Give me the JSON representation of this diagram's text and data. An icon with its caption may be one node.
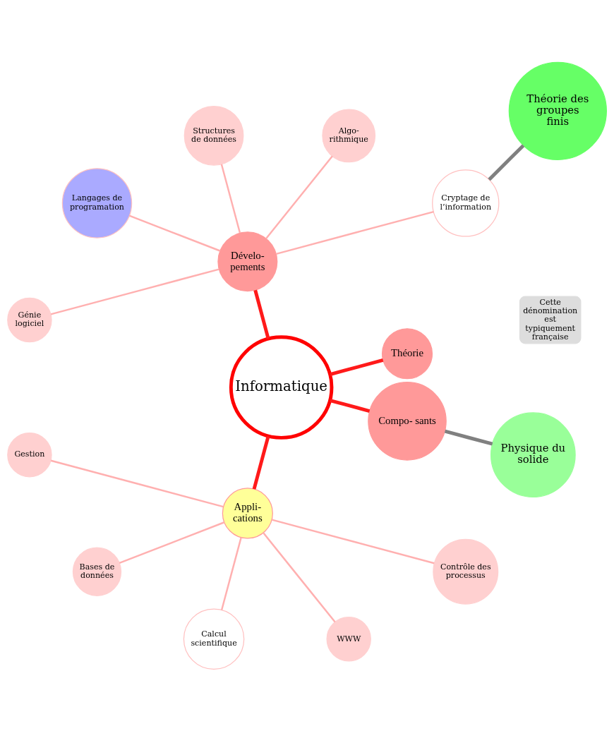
{
  "diagram": {
    "nodes": [
      {
        "text": [
          "Informatique"
        ]
      },
      {
        "text": [
          "Théorie"
        ]
      },
      {
        "text": [
          "Dévelo- pements"
        ]
      },
      {
        "text": [
          "Appli- cations"
        ]
      },
      {
        "text": [
          "Compo- sants"
        ]
      },
      {
        "text": [
          "Cryptage de l’information"
        ]
      },
      {
        "text": [
          "Algo- rithmique"
        ]
      },
      {
        "text": [
          "Structures de données"
        ]
      },
      {
        "text": [
          "Langages de programation"
        ]
      },
      {
        "text": [
          "Génie logiciel"
        ]
      },
      {
        "text": [
          "Gestion"
        ]
      },
      {
        "text": [
          "Bases de données"
        ]
      },
      {
        "text": [
          "Calcul scientifique"
        ]
      },
      {
        "text": [
          "WWW"
        ]
      },
      {
        "text": [
          "Contrôle des processus"
        ]
      },
      {
        "text": [
          "Théorie des groupes finis"
        ]
      },
      {
        "text": [
          "Physique du solide"
        ]
      },
      {
        "text": [
          "Cette dénomination est typiquement française"
        ]
      }
    ],
    "edges": [
      {
        "from": 0,
        "to": 1,
        "arrow": "none",
        "style": "thick",
        "color": "#ff1a1a"
      },
      {
        "from": 0,
        "to": 2,
        "arrow": "none",
        "style": "thick",
        "color": "#ff1a1a"
      },
      {
        "from": 0,
        "to": 3,
        "arrow": "none",
        "style": "thick",
        "color": "#ff1a1a"
      },
      {
        "from": 0,
        "to": 4,
        "arrow": "none",
        "style": "thick",
        "color": "#ff1a1a"
      },
      {
        "from": 2,
        "to": 5,
        "arrow": "none"
      },
      {
        "from": 2,
        "to": 6,
        "arrow": "none"
      },
      {
        "from": 2,
        "to": 7,
        "arrow": "none"
      },
      {
        "from": 2,
        "to": 8,
        "arrow": "none"
      },
      {
        "from": 2,
        "to": 9,
        "arrow": "none"
      },
      {
        "from": 3,
        "to": 10,
        "arrow": "none"
      },
      {
        "from": 3,
        "to": 11,
        "arrow": "none"
      },
      {
        "from": 3,
        "to": 12,
        "arrow": "none"
      },
      {
        "from": 3,
        "to": 13,
        "arrow": "none"
      },
      {
        "from": 3,
        "to": 14,
        "arrow": "none"
      },
      {
        "from": 15,
        "to": 5,
        "arrow": "none",
        "style": "thick",
        "color": "#808080"
      },
      {
        "from": 4,
        "to": 16,
        "arrow": "none",
        "style": "thick",
        "color": "#808080"
      }
    ]
  }
}
